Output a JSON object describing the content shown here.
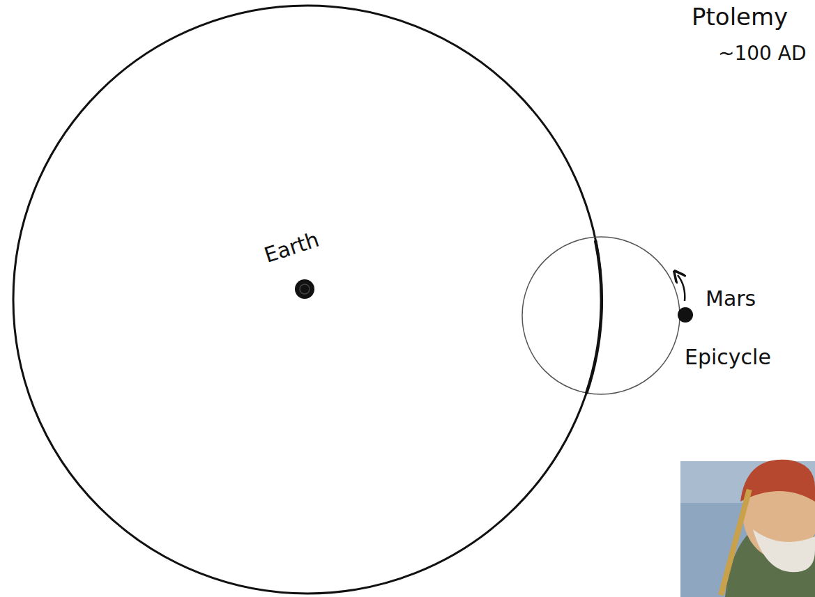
{
  "diagram": {
    "labels": [
      "Ptolemy",
      "~100 AD",
      "Earth",
      "Mars",
      "Epicycle"
    ]
  }
}
